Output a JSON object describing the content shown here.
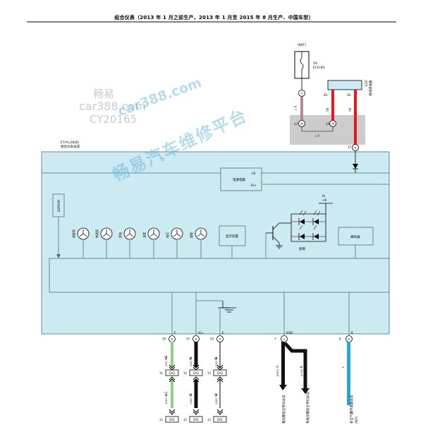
{
  "page_title": "组合仪表（2013 年 1 月之前生产，2013 年 1 月至 2015 年 8 月生产、中国车型）",
  "watermarks": {
    "w1": "畅易",
    "w2": "car388.com",
    "w3": "CY20165",
    "w4": "car388.com",
    "w5": "畅易汽车维修平台"
  },
  "power": {
    "bat": "(BAT)",
    "fuse_amp": "5A",
    "fuse_name": "ECU-B1",
    "conn_num": "1"
  },
  "junction": {
    "code": "E20",
    "name": "接线连接器",
    "pin_left": "6G",
    "pin_right": "3G",
    "wire_left": "SB",
    "wire_right": "SB"
  },
  "relay_box": {
    "left_conn": "13",
    "left_pin": "3D",
    "right_conn": "14",
    "right_pin": "3D",
    "wire": "L-R"
  },
  "cluster": {
    "conn_code": "E7(A),E8(B)",
    "name": "组合仪表总成",
    "top_pin": "17",
    "top_pin_code": "B",
    "top_wire": "SB"
  },
  "blocks": {
    "power_circuit": "电源电路",
    "power_b": "+B",
    "power_ig": "IG+",
    "eeprom": "EEPROM",
    "display": "显示装置",
    "buzzer": "蜂鸣器",
    "lighting": "照明",
    "ig": "IG",
    "plus_b": "+B"
  },
  "gauges": [
    {
      "label": "速度表"
    },
    {
      "label": "转速表"
    },
    {
      "label": "燃油"
    },
    {
      "label": "温度"
    },
    {
      "label": "电压"
    },
    {
      "label": "报警"
    },
    {
      "label": "其他"
    }
  ],
  "bottom_pins": [
    {
      "num": "16",
      "code": "B",
      "label": "E",
      "wire": "LG",
      "wire_note": "(*A3 *B)"
    },
    {
      "num": "17",
      "code": "B",
      "label": "IG+",
      "wire": "B",
      "wire_note": "(*A3 *B)"
    },
    {
      "num": "24",
      "code": "B",
      "label": "E",
      "wire": "B",
      "wire_note": "(*A3 *B)"
    },
    {
      "num": "7",
      "code": "A",
      "label": "P/SB",
      "wire_left": "G",
      "wire_left_note": "(RHD)",
      "wire_right": "B",
      "wire_right_note": "(LHD)"
    },
    {
      "num": "8",
      "code": "A",
      "label": "B",
      "wire": "L"
    }
  ],
  "bottom_connectors": [
    {
      "top_num": "11",
      "top_code": "EA2",
      "bot_num": "11",
      "bot_code": "EA1",
      "wire": "LG",
      "wire_note": "(*A3 *B)"
    },
    {
      "top_num": "12",
      "top_code": "EA2",
      "bot_num": "12",
      "bot_code": "EA1",
      "wire": "B",
      "wire_note": "(*A3 *B)"
    },
    {
      "top_num": "13",
      "top_code": "EA2",
      "bot_num": "13",
      "bot_code": "EA1",
      "wire": "B",
      "wire_note": "(*A3 *B)"
    }
  ],
  "bottom_labels": {
    "seat_rhd": "乘员侧安全带扣总成",
    "seat_lhd": "驾驶员侧安全带扣总成",
    "airbag": "安全气囊传感器总成",
    "airbag_sub": "(M/T)"
  },
  "colors": {
    "panel": "#cceaf2",
    "panel_stroke": "#4a7080",
    "wire_red": "#e8171a",
    "wire_pink": "#b88890",
    "wire_green": "#8ed184",
    "wire_black": "#111111",
    "wire_blue": "#2aa7d4",
    "relay_grey": "#cccccc"
  }
}
